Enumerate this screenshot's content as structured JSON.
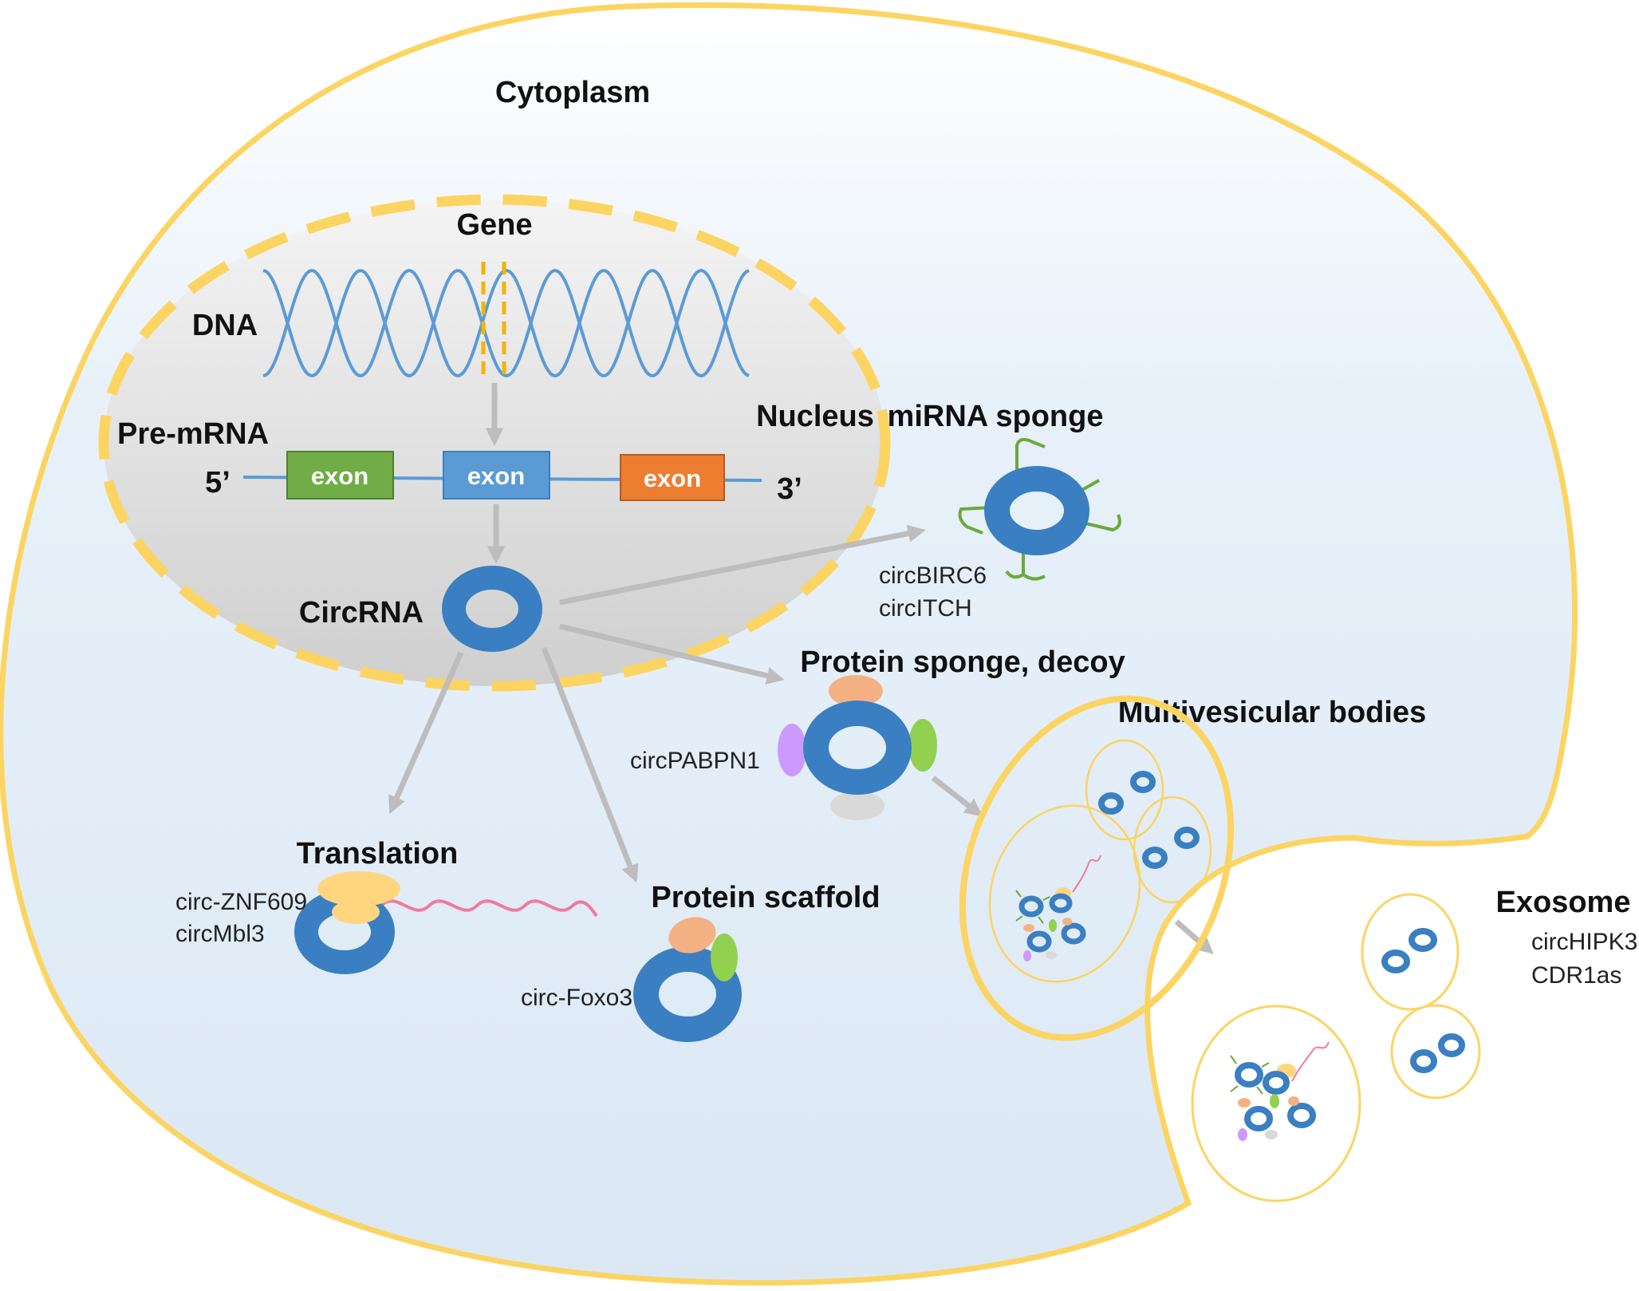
{
  "labels": {
    "cytoplasm": "Cytoplasm",
    "gene": "Gene",
    "dna": "DNA",
    "pre_mrna": "Pre-mRNA",
    "five_prime": "5’",
    "three_prime": "3’",
    "nucleus": "Nucleus",
    "circrna": "CircRNA",
    "exons": [
      "exon",
      "exon",
      "exon"
    ]
  },
  "functions": {
    "mirna_sponge": {
      "title": "miRNA sponge",
      "examples": [
        "circBIRC6",
        "circITCH"
      ]
    },
    "protein_sponge": {
      "title": "Protein sponge, decoy",
      "examples": [
        "circPABPN1"
      ]
    },
    "translation": {
      "title": "Translation",
      "examples": [
        "circ-ZNF609",
        "circMbl3"
      ]
    },
    "protein_scaffold": {
      "title": "Protein scaffold",
      "examples": [
        "circ-Foxo3"
      ]
    },
    "multivesicular": {
      "title": "Multivesicular bodies"
    },
    "exosome": {
      "title": "Exosome",
      "examples": [
        "circHIPK3",
        "CDR1as"
      ]
    }
  },
  "colors": {
    "membrane": "#fcd462",
    "circrna": "#5b9bd5",
    "circrna_edge": "#3a7fc1",
    "exon_green": "#70ad47",
    "exon_blue": "#5b9bd5",
    "exon_orange": "#ed7d31",
    "arrow": "#bdbdbd",
    "mirna": "#6aaa3a",
    "protein_peach": "#f4b183",
    "protein_purple": "#cc99ff",
    "protein_green": "#92d050",
    "protein_gray": "#d9d9d9",
    "ribosome": "#ffd580",
    "peptide": "#f27a9a"
  }
}
